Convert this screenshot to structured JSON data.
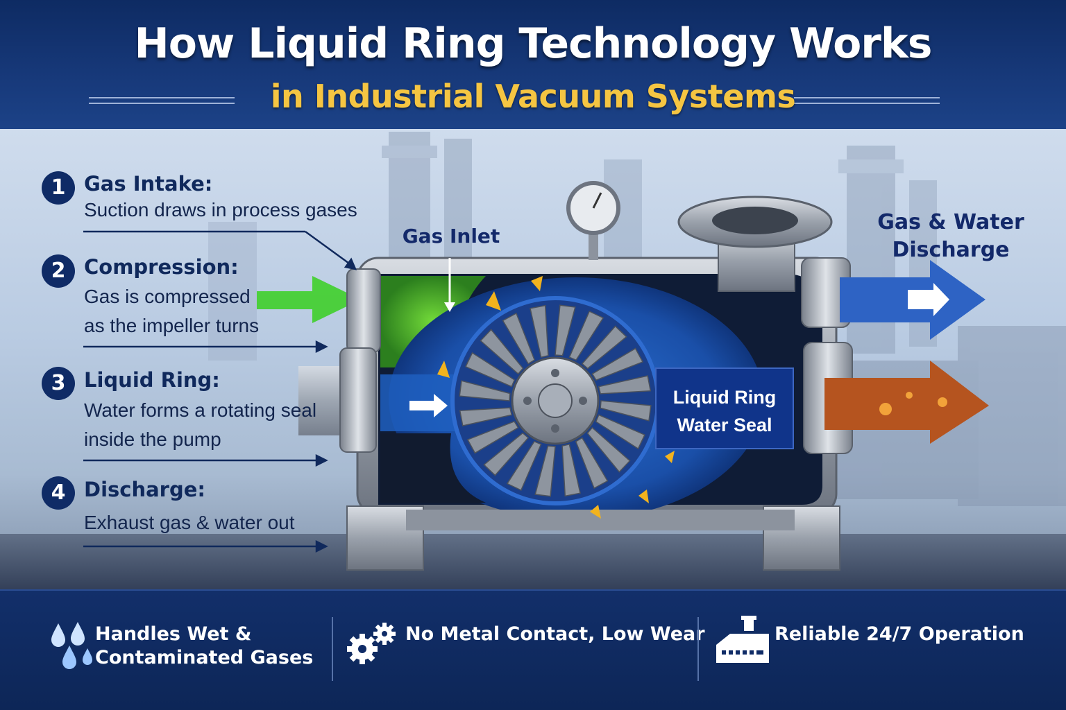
{
  "header": {
    "title": "How Liquid Ring Technology Works",
    "subtitle": "in Industrial Vacuum Systems"
  },
  "steps": [
    {
      "number": "1",
      "title": "Gas Intake:",
      "description": [
        "Suction draws in process gases"
      ]
    },
    {
      "number": "2",
      "title": "Compression:",
      "description": [
        "Gas is compressed",
        "as the impeller turns"
      ]
    },
    {
      "number": "3",
      "title": "Liquid Ring:",
      "description": [
        "Water forms a rotating seal",
        "inside the pump"
      ]
    },
    {
      "number": "4",
      "title": "Discharge:",
      "description": [
        "Exhaust gas & water out"
      ]
    }
  ],
  "diagram": {
    "gas_inlet_label": "Gas Inlet",
    "discharge_label": [
      "Gas & Water",
      "Discharge"
    ],
    "liquid_ring_label": [
      "Liquid Ring",
      "Water Seal"
    ]
  },
  "features": [
    {
      "icon": "water-drops-icon",
      "text": [
        "Handles Wet &",
        "Contaminated Gases"
      ]
    },
    {
      "icon": "gears-icon",
      "text": [
        "No Metal Contact, Low Wear"
      ]
    },
    {
      "icon": "factory-control-icon",
      "text": [
        "Reliable 24/7 Operation"
      ]
    }
  ],
  "colors": {
    "navy": "#0f2b66",
    "title_gold": "#f5c542",
    "inlet_green": "#4fd12f",
    "water_blue": "#1f5fc0",
    "discharge_orange": "#c0531e"
  }
}
